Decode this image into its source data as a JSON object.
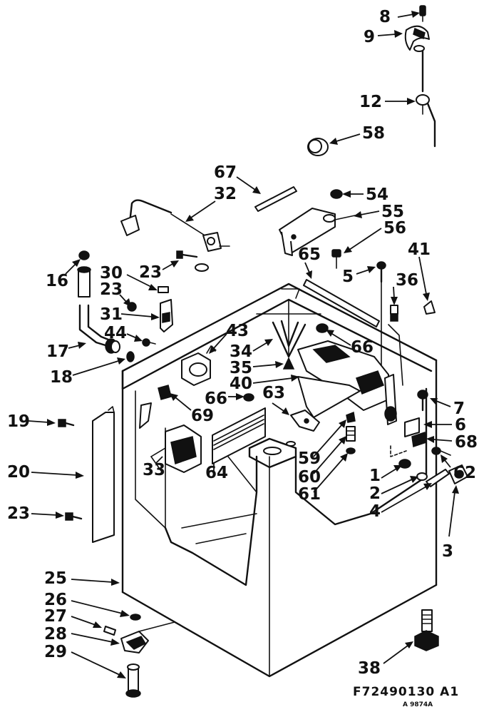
{
  "diagram": {
    "callouts": [
      {
        "id": "c8",
        "label": "8"
      },
      {
        "id": "c9",
        "label": "9"
      },
      {
        "id": "c12",
        "label": "12"
      },
      {
        "id": "c58",
        "label": "58"
      },
      {
        "id": "c67",
        "label": "67"
      },
      {
        "id": "c32",
        "label": "32"
      },
      {
        "id": "c54",
        "label": "54"
      },
      {
        "id": "c55",
        "label": "55"
      },
      {
        "id": "c56",
        "label": "56"
      },
      {
        "id": "c41",
        "label": "41"
      },
      {
        "id": "c16",
        "label": "16"
      },
      {
        "id": "c30",
        "label": "30"
      },
      {
        "id": "c23a",
        "label": "23"
      },
      {
        "id": "c65",
        "label": "65"
      },
      {
        "id": "c5",
        "label": "5"
      },
      {
        "id": "c36",
        "label": "36"
      },
      {
        "id": "c23b",
        "label": "23"
      },
      {
        "id": "c31",
        "label": "31"
      },
      {
        "id": "c44",
        "label": "44"
      },
      {
        "id": "c43",
        "label": "43"
      },
      {
        "id": "c66a",
        "label": "66"
      },
      {
        "id": "c17",
        "label": "17"
      },
      {
        "id": "c34",
        "label": "34"
      },
      {
        "id": "c35",
        "label": "35"
      },
      {
        "id": "c18",
        "label": "18"
      },
      {
        "id": "c40",
        "label": "40"
      },
      {
        "id": "c63",
        "label": "63"
      },
      {
        "id": "c7",
        "label": "7"
      },
      {
        "id": "c66b",
        "label": "66"
      },
      {
        "id": "c69",
        "label": "69"
      },
      {
        "id": "c6",
        "label": "6"
      },
      {
        "id": "c19",
        "label": "19"
      },
      {
        "id": "c68",
        "label": "68"
      },
      {
        "id": "c59",
        "label": "59"
      },
      {
        "id": "c62",
        "label": "62"
      },
      {
        "id": "c60",
        "label": "60"
      },
      {
        "id": "c33",
        "label": "33"
      },
      {
        "id": "c64",
        "label": "64"
      },
      {
        "id": "c61",
        "label": "61"
      },
      {
        "id": "c1",
        "label": "1"
      },
      {
        "id": "c20",
        "label": "20"
      },
      {
        "id": "c2",
        "label": "2"
      },
      {
        "id": "c23c",
        "label": "23"
      },
      {
        "id": "c4",
        "label": "4"
      },
      {
        "id": "c3",
        "label": "3"
      },
      {
        "id": "c25",
        "label": "25"
      },
      {
        "id": "c26",
        "label": "26"
      },
      {
        "id": "c27",
        "label": "27"
      },
      {
        "id": "c28",
        "label": "28"
      },
      {
        "id": "c29",
        "label": "29"
      },
      {
        "id": "c38",
        "label": "38"
      }
    ],
    "footer_code": "F72490130 A1",
    "footer_sub": "A 9874A"
  }
}
